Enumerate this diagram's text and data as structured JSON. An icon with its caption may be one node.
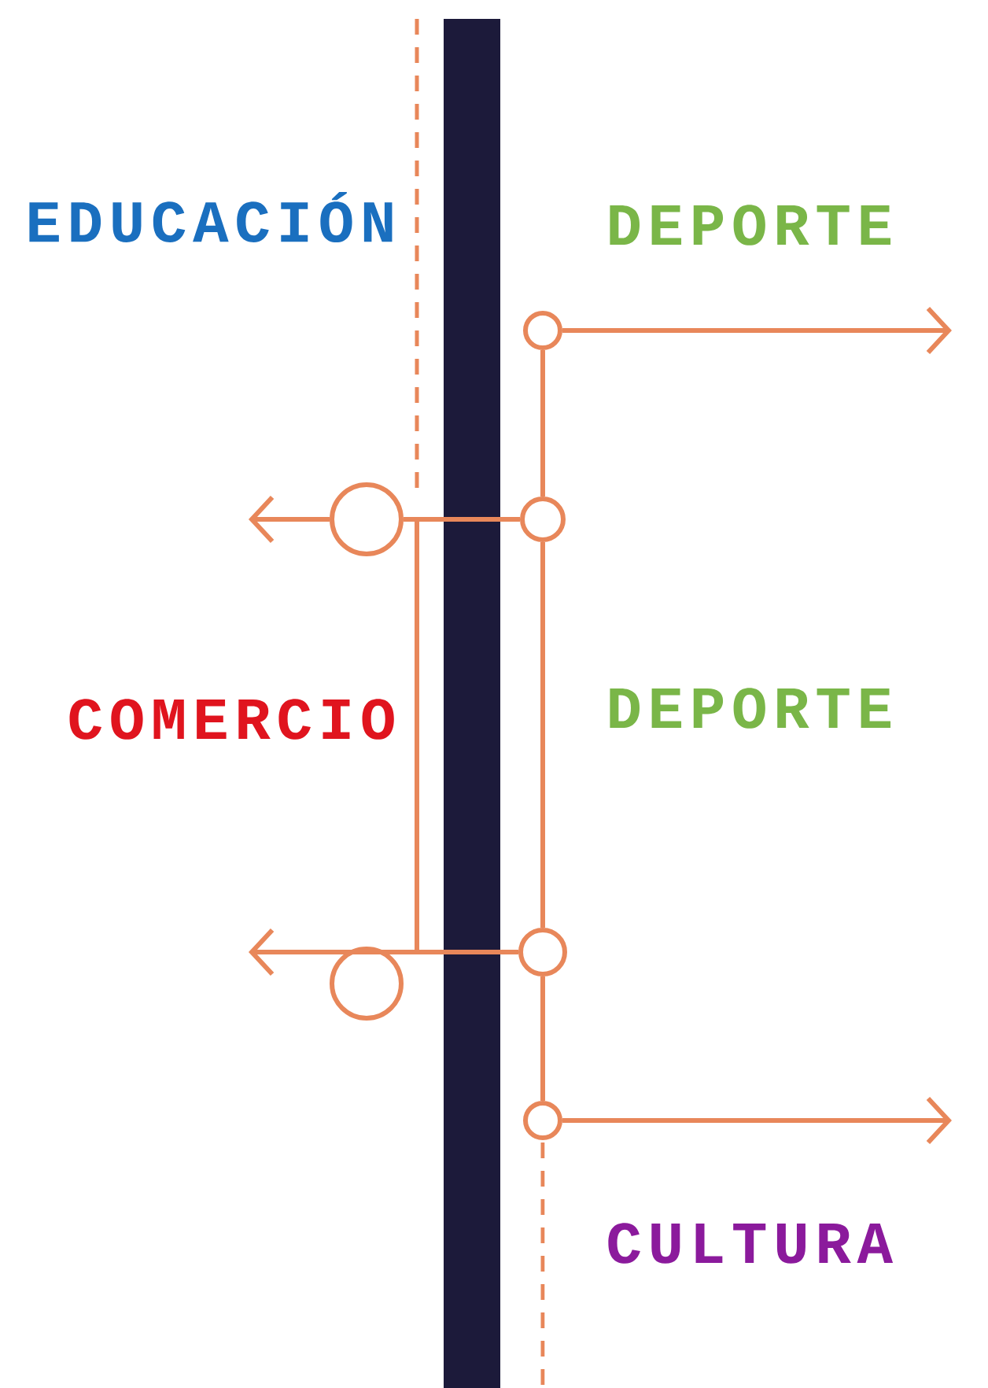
{
  "diagram": {
    "nodes": [
      {
        "text": [],
        "shape": "circle"
      },
      {
        "text": [],
        "shape": "circle"
      },
      {
        "text": [],
        "shape": "circle"
      },
      {
        "text": [],
        "shape": "circle"
      },
      {
        "text": [],
        "shape": "circle"
      },
      {
        "text": [],
        "shape": "circle"
      }
    ],
    "edges": [
      {
        "from": 0,
        "to": null,
        "arrow": "to"
      },
      {
        "from": 1,
        "to": null,
        "arrow": "to"
      },
      {
        "from": 1,
        "to": 2,
        "arrow": "none"
      },
      {
        "from": 0,
        "to": 2,
        "arrow": "none"
      },
      {
        "from": 2,
        "to": 3,
        "arrow": "none"
      },
      {
        "from": 3,
        "to": 5,
        "arrow": "none"
      },
      {
        "from": 1,
        "to": 3,
        "arrow": "none"
      },
      {
        "from": 3,
        "to": null,
        "arrow": "to"
      },
      {
        "from": 5,
        "to": null,
        "arrow": "to"
      }
    ],
    "labels": [
      "EDUCACIÓN",
      "DEPORTE",
      "COMERCIO",
      "DEPORTE",
      "CULTURA"
    ]
  }
}
